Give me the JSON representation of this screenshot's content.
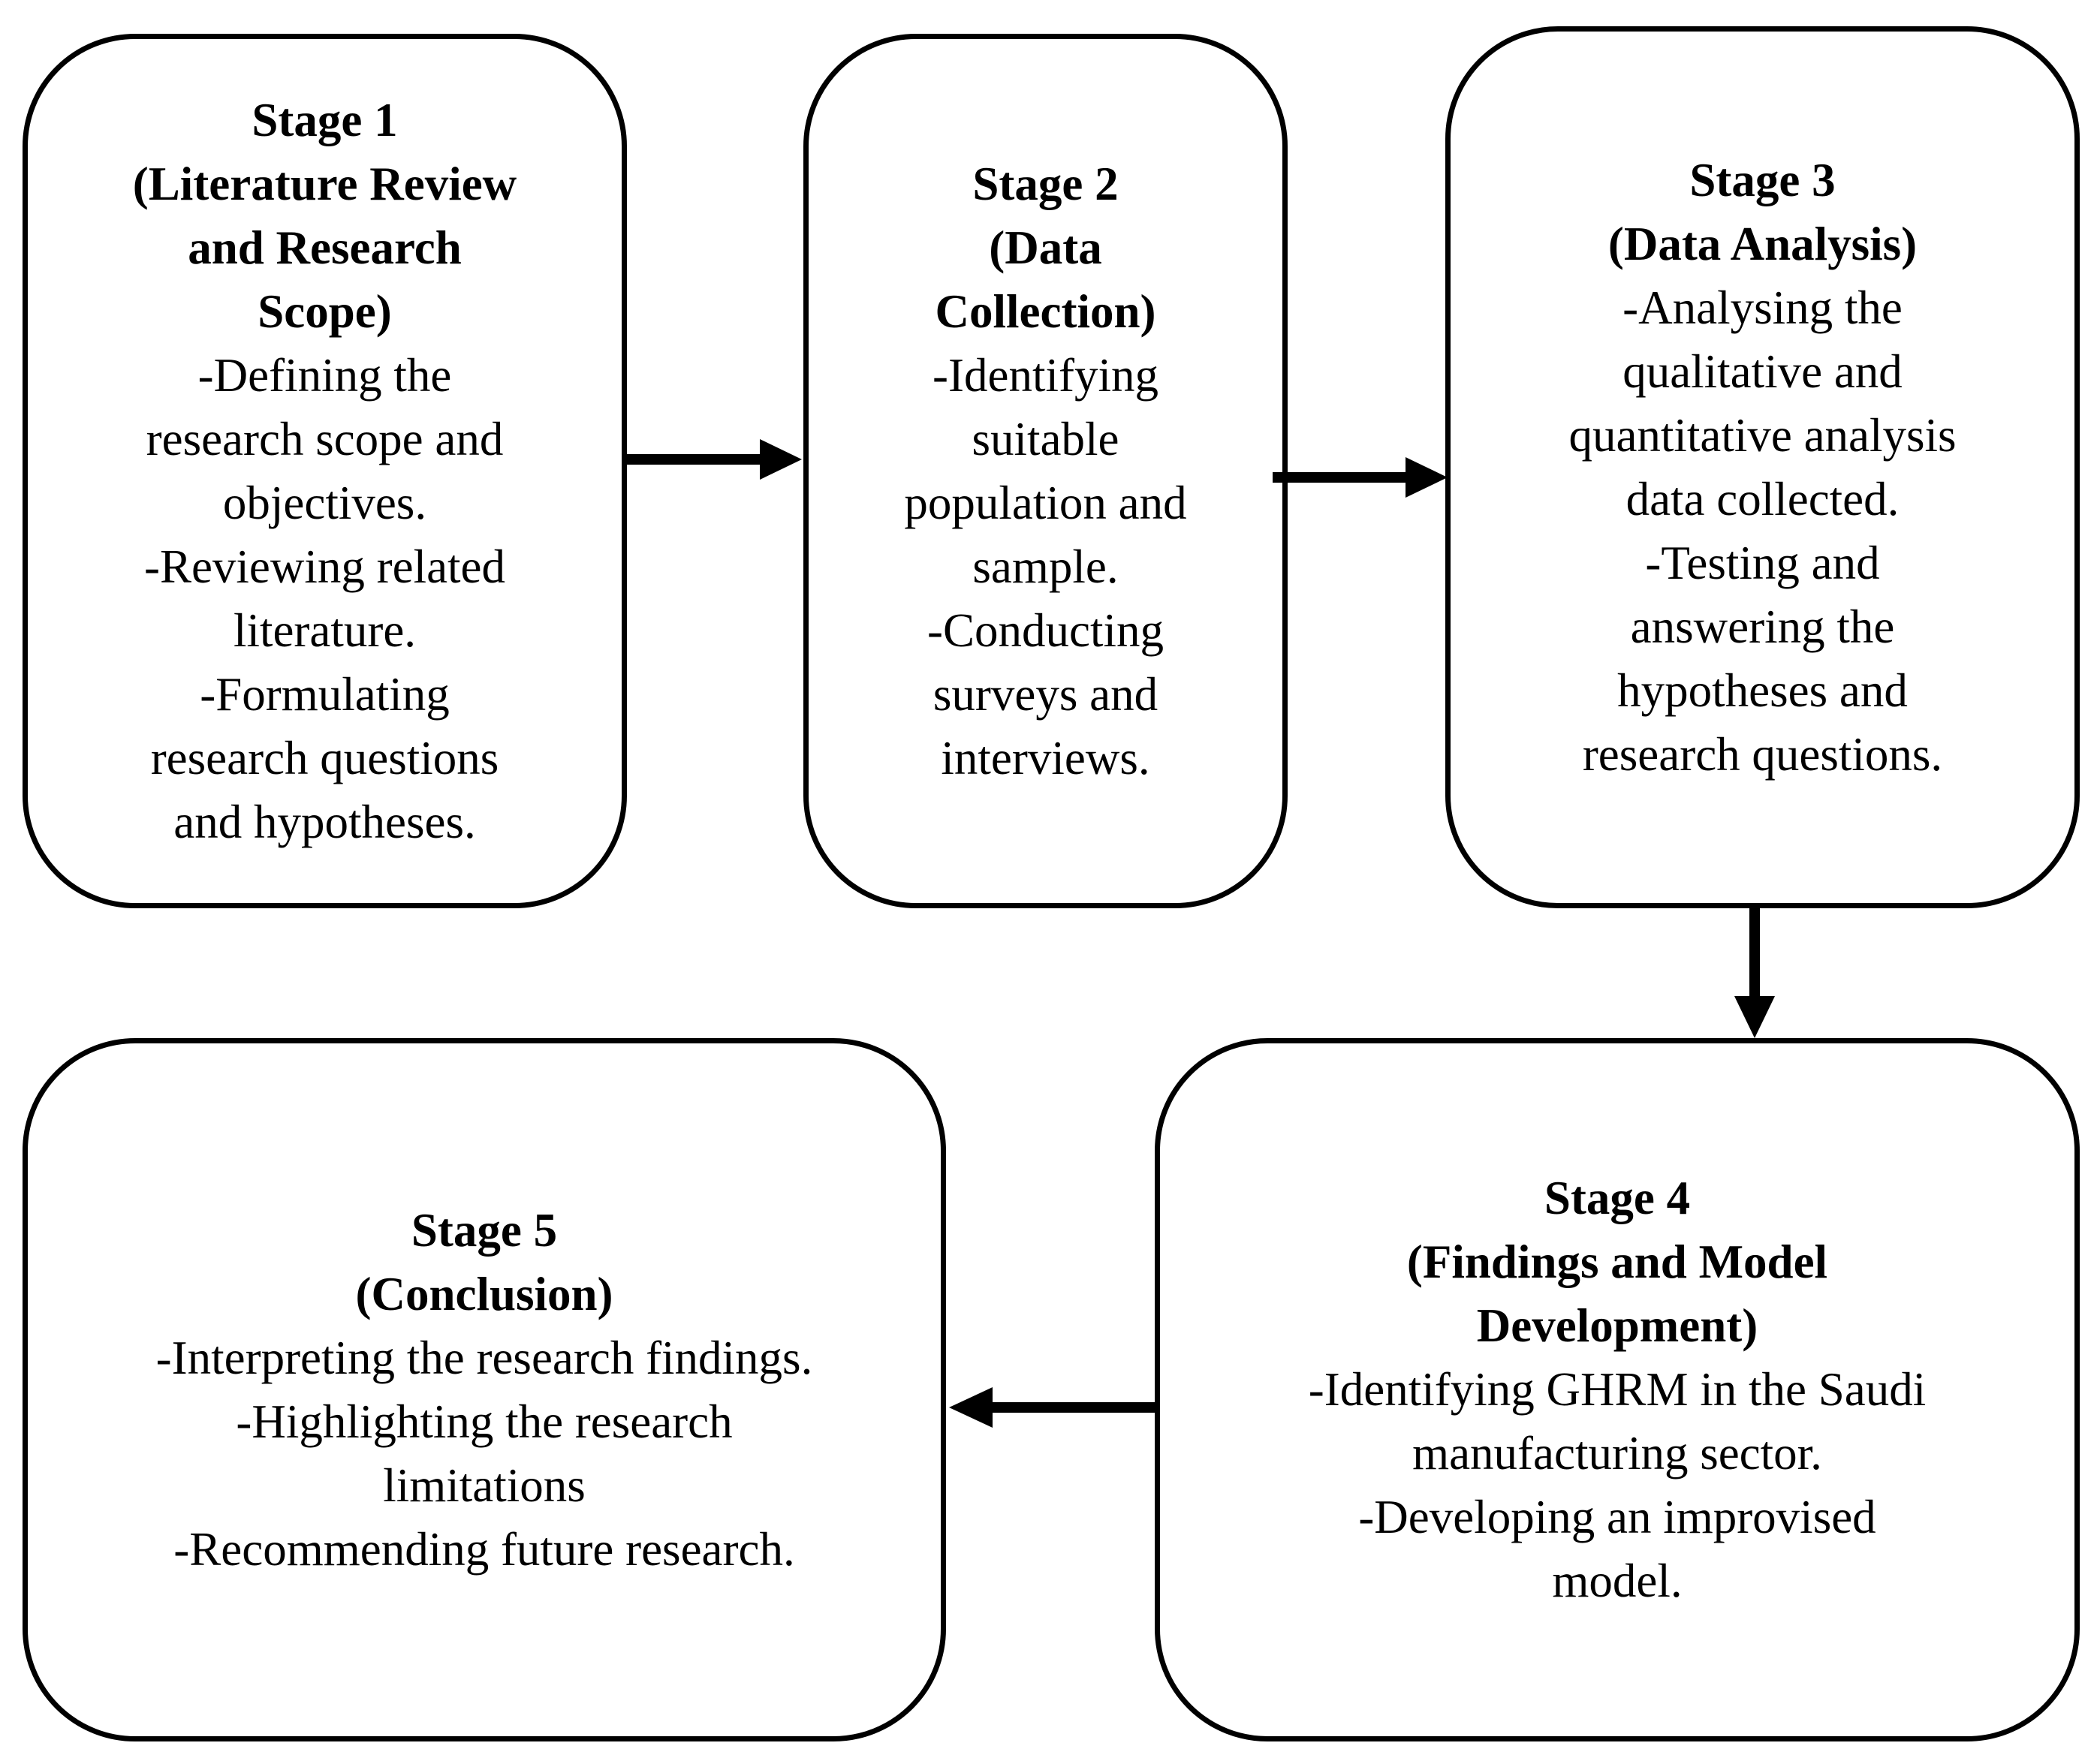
{
  "stages": [
    {
      "id": "stage-1",
      "heading": [
        "Stage 1",
        "(Literature Review",
        "and Research",
        "Scope)"
      ],
      "body": [
        "-Defining the",
        "research scope and",
        "objectives.",
        "-Reviewing related",
        "literature.",
        "-Formulating",
        "research questions",
        "and hypotheses."
      ]
    },
    {
      "id": "stage-2",
      "heading": [
        "Stage 2",
        "(Data",
        "Collection)"
      ],
      "body": [
        "-Identifying",
        "suitable",
        "population and",
        "sample.",
        "-Conducting",
        "surveys and",
        "interviews."
      ]
    },
    {
      "id": "stage-3",
      "heading": [
        "Stage 3",
        "(Data Analysis)"
      ],
      "body": [
        "-Analysing the",
        "qualitative and",
        "quantitative analysis",
        "data collected.",
        "-Testing and",
        "answering the",
        "hypotheses and",
        "research questions."
      ]
    },
    {
      "id": "stage-4",
      "heading": [
        "Stage 4",
        "(Findings and Model",
        "Development)"
      ],
      "body": [
        "-Identifying GHRM in the Saudi",
        "manufacturing sector.",
        "-Developing an improvised",
        "model."
      ]
    },
    {
      "id": "stage-5",
      "heading": [
        "Stage 5",
        "(Conclusion)"
      ],
      "body": [
        "-Interpreting the research findings.",
        "-Highlighting the research",
        "limitations",
        "-Recommending future research."
      ]
    }
  ],
  "connectors": [
    {
      "from": "stage-1",
      "to": "stage-2",
      "direction": "right"
    },
    {
      "from": "stage-2",
      "to": "stage-3",
      "direction": "right"
    },
    {
      "from": "stage-3",
      "to": "stage-4",
      "direction": "down"
    },
    {
      "from": "stage-4",
      "to": "stage-5",
      "direction": "left"
    }
  ],
  "colors": {
    "stroke": "#000000",
    "background": "#ffffff"
  }
}
